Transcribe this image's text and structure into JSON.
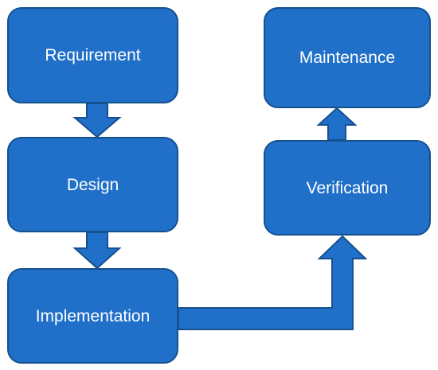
{
  "diagram": {
    "nodes": {
      "requirement": "Requirement",
      "design": "Design",
      "implementation": "Implementation",
      "verification": "Verification",
      "maintenance": "Maintenance"
    },
    "edges": [
      {
        "from": "Requirement",
        "to": "Design"
      },
      {
        "from": "Design",
        "to": "Implementation"
      },
      {
        "from": "Implementation",
        "to": "Verification"
      },
      {
        "from": "Verification",
        "to": "Maintenance"
      }
    ],
    "colors": {
      "fill": "#2070c9",
      "stroke": "#15508f",
      "text": "#ffffff",
      "background": "#ffffff"
    }
  }
}
